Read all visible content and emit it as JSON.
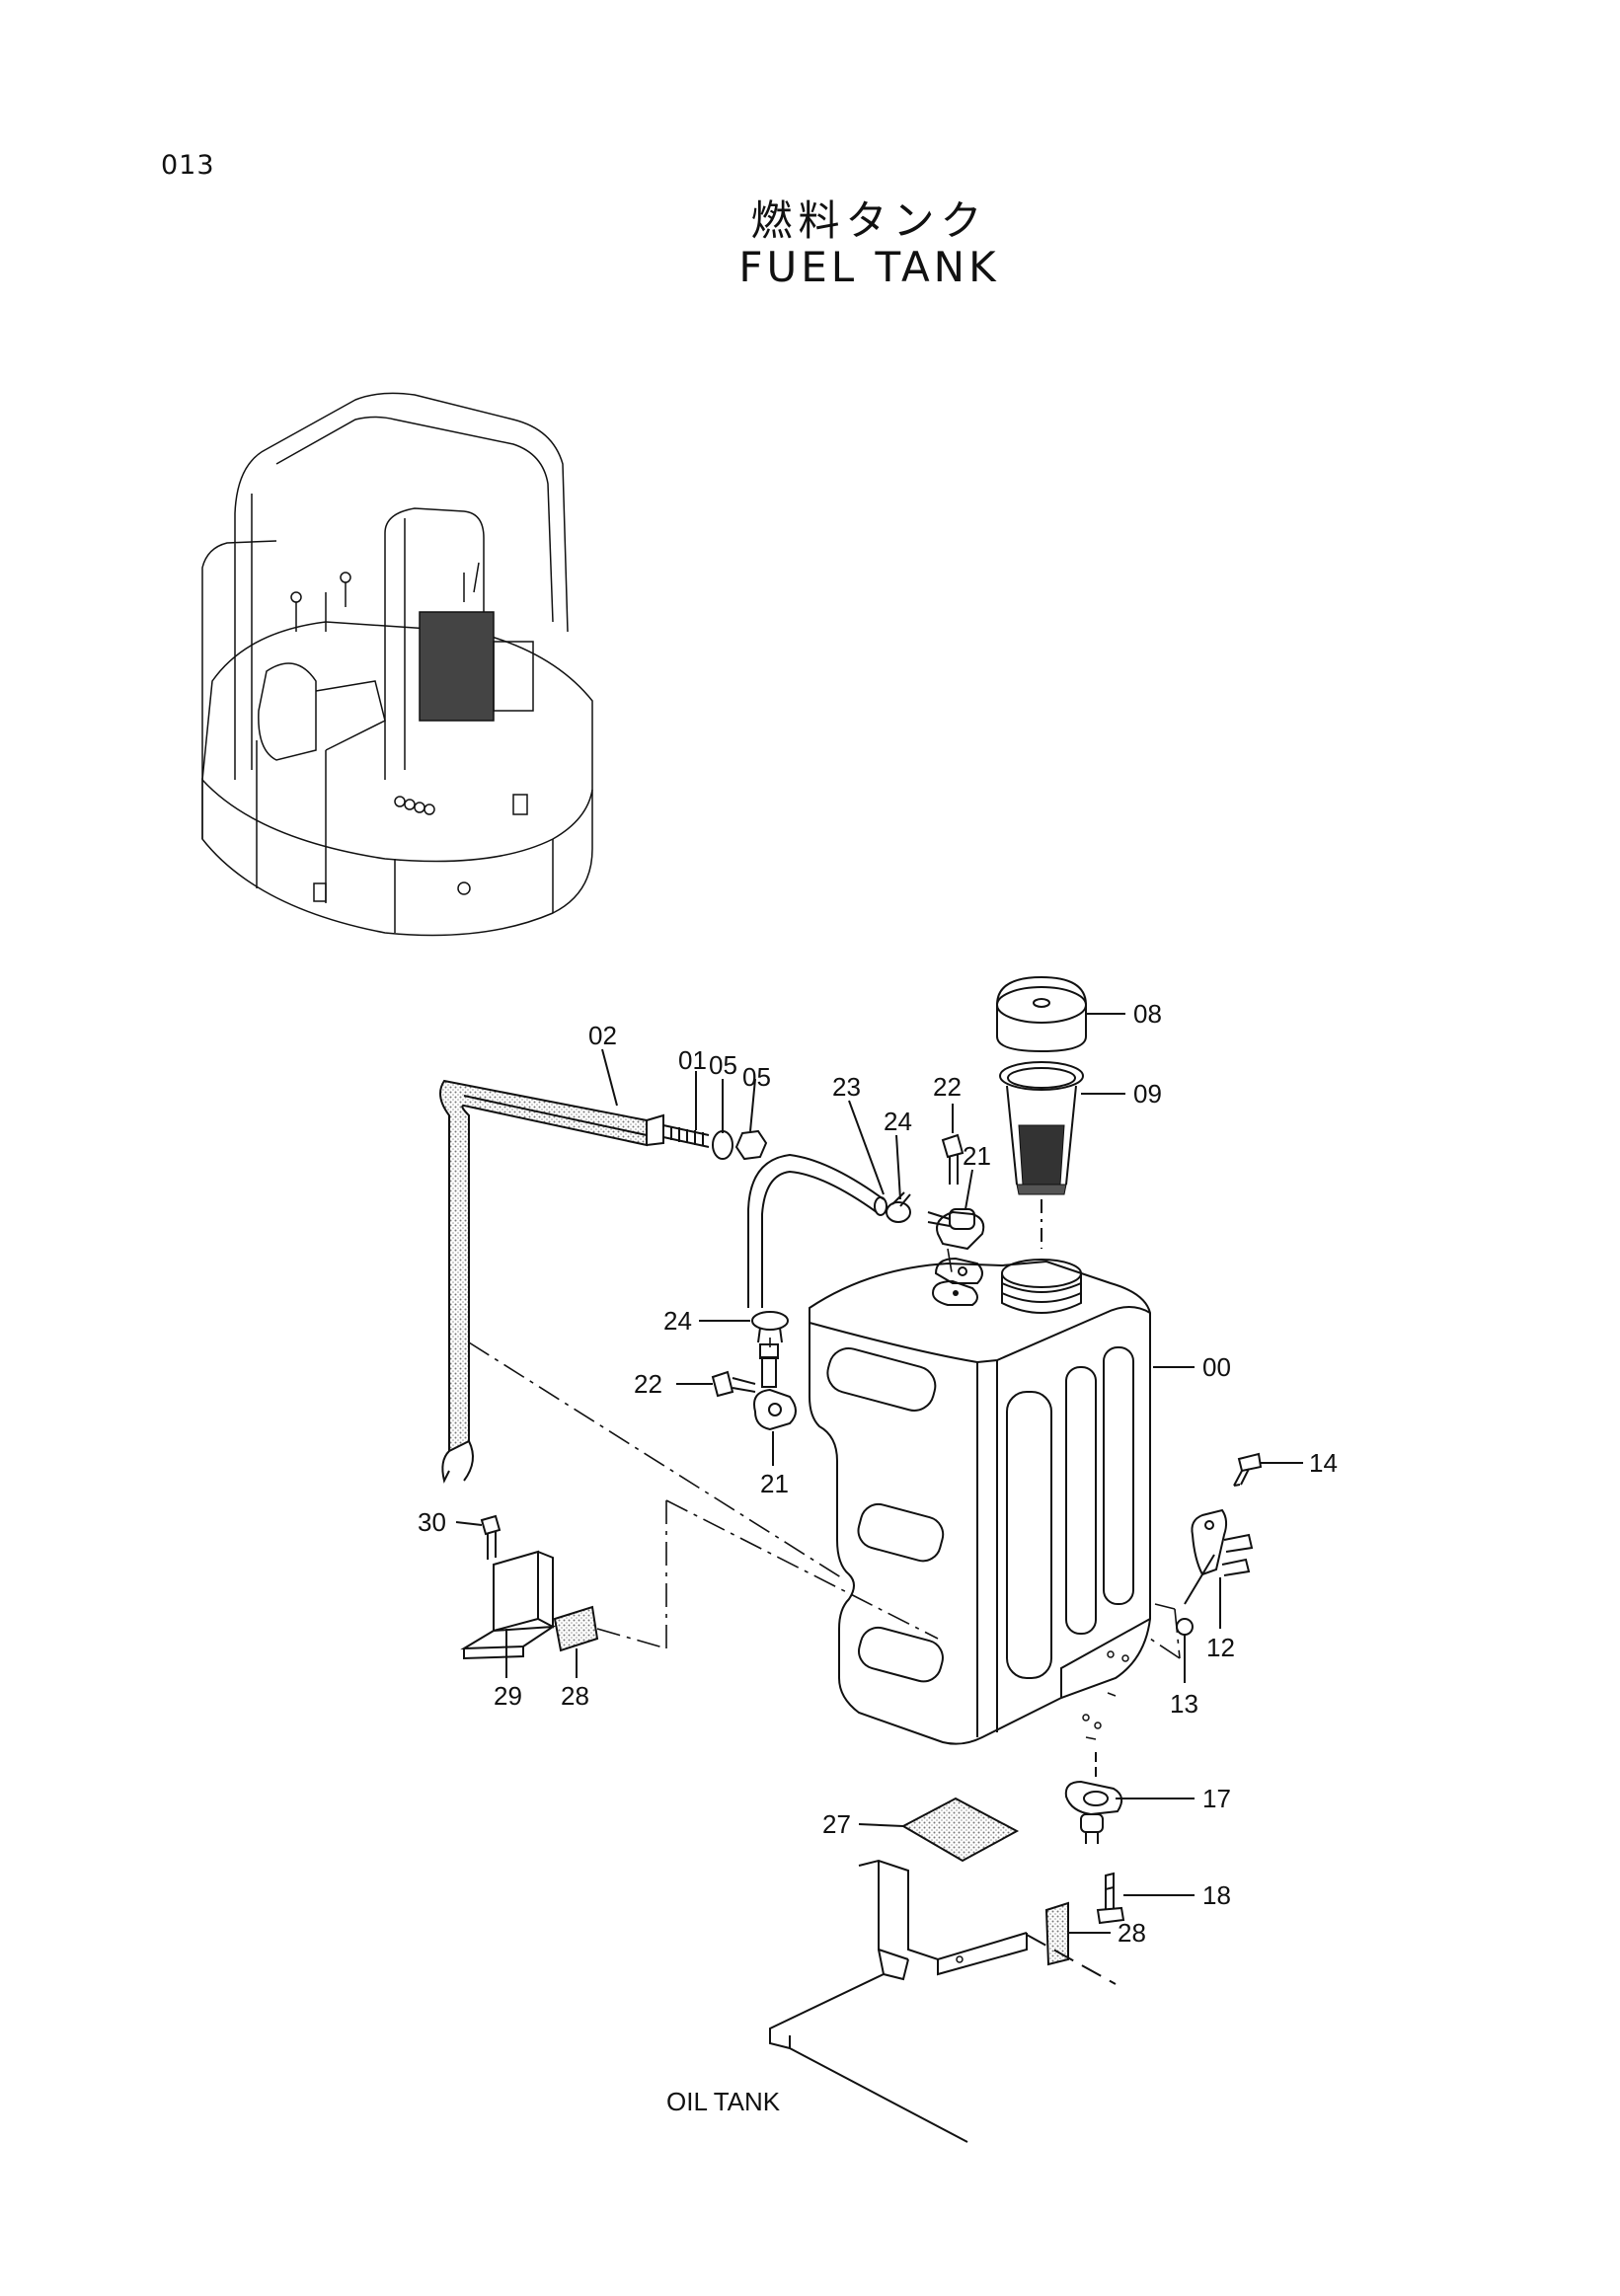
{
  "page_number": "013",
  "title_jp": "燃料タンク",
  "title_en": "FUEL  TANK",
  "parts": [
    {
      "id": "fuel-tank",
      "label": "00"
    },
    {
      "id": "bolt-01",
      "label": "01"
    },
    {
      "id": "strap-02",
      "label": "02"
    },
    {
      "id": "washer-05a",
      "label": "05"
    },
    {
      "id": "nut-05b",
      "label": "05"
    },
    {
      "id": "cap-08",
      "label": "08"
    },
    {
      "id": "strainer-09",
      "label": "09"
    },
    {
      "id": "gauge-12",
      "label": "12"
    },
    {
      "id": "oring-13",
      "label": "13"
    },
    {
      "id": "bolt-14",
      "label": "14"
    },
    {
      "id": "drain-17",
      "label": "17"
    },
    {
      "id": "bolt-18",
      "label": "18"
    },
    {
      "id": "elbow-21-top",
      "label": "21"
    },
    {
      "id": "elbow-21-left",
      "label": "21"
    },
    {
      "id": "bolt-22-top",
      "label": "22"
    },
    {
      "id": "bolt-22-left",
      "label": "22"
    },
    {
      "id": "hose-23",
      "label": "23"
    },
    {
      "id": "clamp-24-top",
      "label": "24"
    },
    {
      "id": "clamp-24-left",
      "label": "24"
    },
    {
      "id": "pad-27",
      "label": "27"
    },
    {
      "id": "pad-28-left",
      "label": "28"
    },
    {
      "id": "pad-28-bottom",
      "label": "28"
    },
    {
      "id": "bracket-29",
      "label": "29"
    },
    {
      "id": "bolt-30",
      "label": "30"
    }
  ],
  "oil_tank_label": "OIL TANK"
}
